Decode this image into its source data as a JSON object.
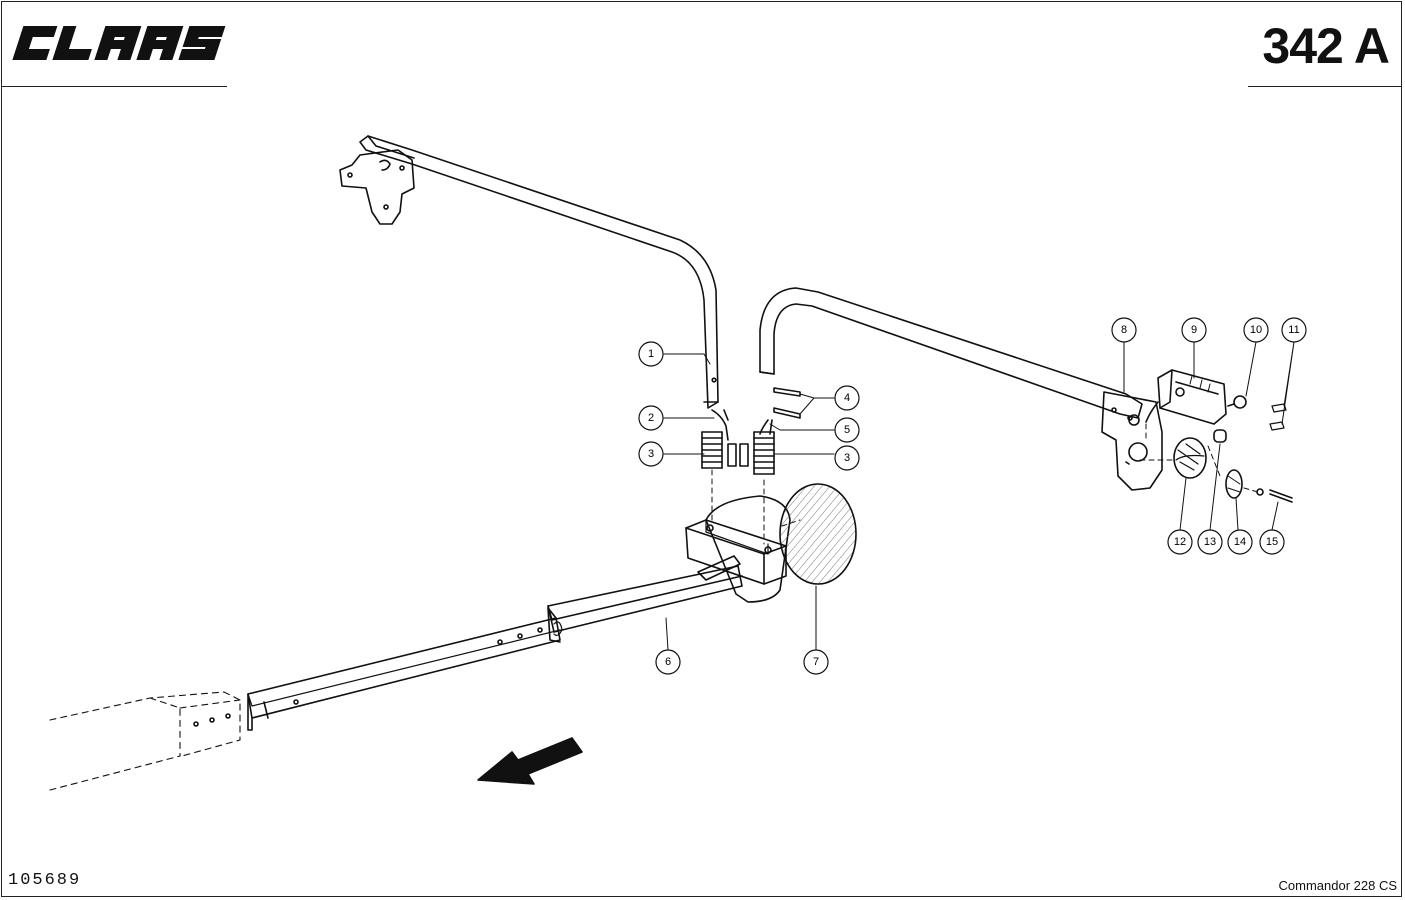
{
  "header": {
    "logo_text": "CLAAS",
    "sheet_number": "342 A"
  },
  "footer": {
    "drawing_number": "105689",
    "model": "Commandor 228 CS"
  },
  "callouts": [
    {
      "id": "c1",
      "label": "1"
    },
    {
      "id": "c2",
      "label": "2"
    },
    {
      "id": "c3a",
      "label": "3"
    },
    {
      "id": "c3b",
      "label": "3"
    },
    {
      "id": "c4",
      "label": "4"
    },
    {
      "id": "c5",
      "label": "5"
    },
    {
      "id": "c6",
      "label": "6"
    },
    {
      "id": "c7",
      "label": "7"
    },
    {
      "id": "c8",
      "label": "8"
    },
    {
      "id": "c9",
      "label": "9"
    },
    {
      "id": "c10",
      "label": "10"
    },
    {
      "id": "c11",
      "label": "11"
    },
    {
      "id": "c12",
      "label": "12"
    },
    {
      "id": "c13",
      "label": "13"
    },
    {
      "id": "c14",
      "label": "14"
    },
    {
      "id": "c15",
      "label": "15"
    }
  ],
  "colors": {
    "line": "#111111",
    "background": "#ffffff"
  }
}
